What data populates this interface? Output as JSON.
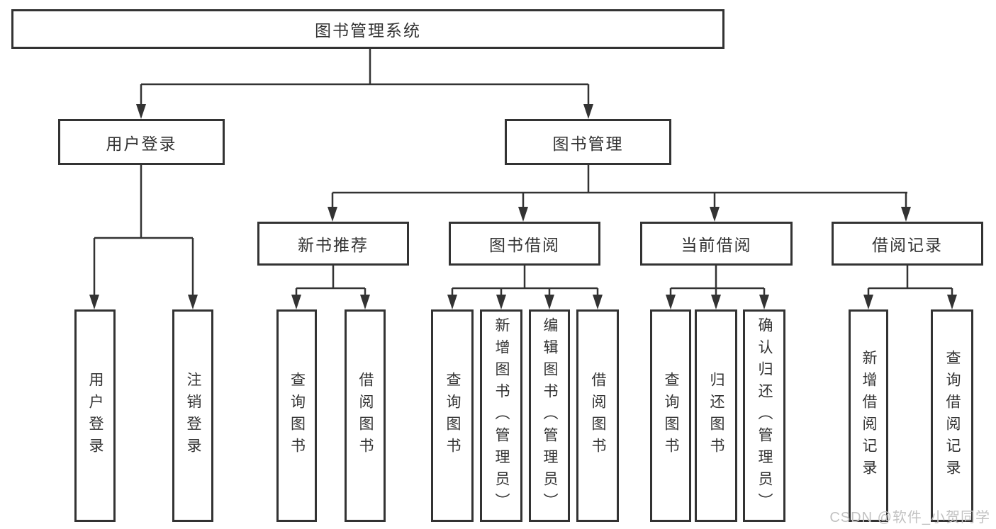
{
  "diagram": {
    "type": "tree-structure-chart",
    "colors": {
      "line": "#333333",
      "box_border": "#333333",
      "box_fill": "#ffffff",
      "text": "#333333",
      "watermark": "#c2c2c2",
      "background": "#ffffff"
    },
    "nodes": {
      "root": {
        "label": "图书管理系统"
      },
      "userLogin": {
        "label": "用户登录"
      },
      "bookMgmt": {
        "label": "图书管理"
      },
      "newBookRec": {
        "label": "新书推荐"
      },
      "bookBorrow": {
        "label": "图书借阅"
      },
      "currentBorrow": {
        "label": "当前借阅"
      },
      "borrowRecords": {
        "label": "借阅记录"
      },
      "loginLeaf": {
        "label": "用户登录"
      },
      "logoutLeaf": {
        "label": "注销登录"
      },
      "nbrQuery": {
        "label": "查询图书"
      },
      "nbrBorrow": {
        "label": "借阅图书"
      },
      "bbQuery": {
        "label": "查询图书"
      },
      "bbAdd": {
        "label": "新增图书（管理员）"
      },
      "bbEdit": {
        "label": "编辑图书（管理员）"
      },
      "bbBorrow": {
        "label": "借阅图书"
      },
      "cbQuery": {
        "label": "查询图书"
      },
      "cbReturn": {
        "label": "归还图书"
      },
      "cbConfirm": {
        "label": "确认归还（管理员）"
      },
      "brAdd": {
        "label": "新增借阅记录"
      },
      "brQuery": {
        "label": "查询借阅记录"
      }
    },
    "watermark": "CSDN @软件_小贺同学"
  }
}
